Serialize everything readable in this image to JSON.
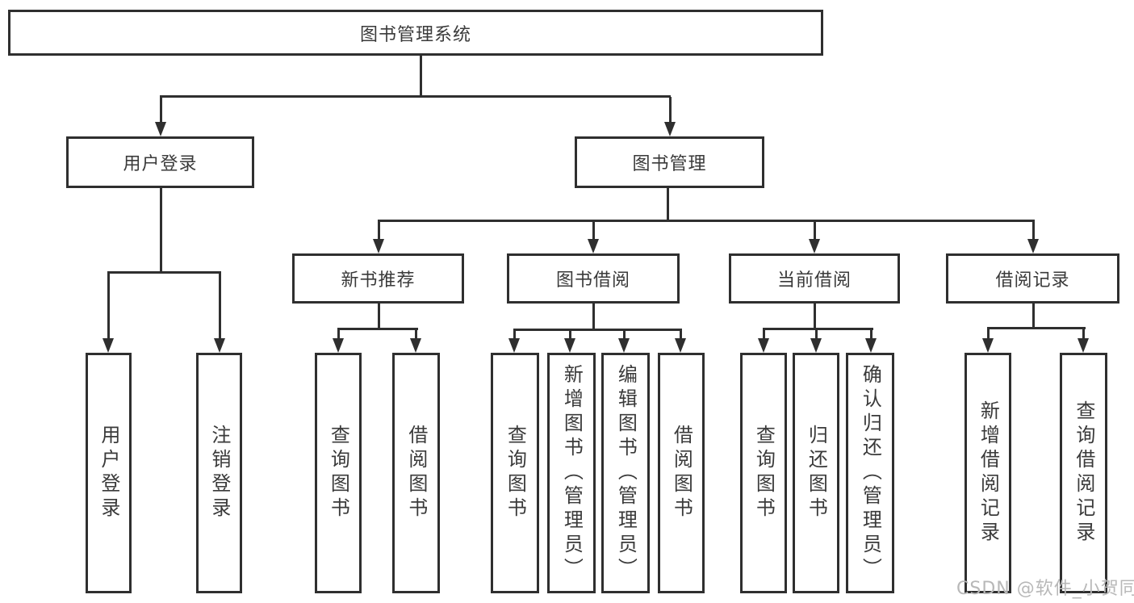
{
  "diagram_title": "图书管理系统",
  "tree": {
    "root": {
      "label": "图书管理系统"
    },
    "branches": [
      {
        "label": "用户登录",
        "children": [
          {
            "label": "用户登录"
          },
          {
            "label": "注销登录"
          }
        ]
      },
      {
        "label": "图书管理",
        "groups": [
          {
            "label": "新书推荐",
            "children": [
              {
                "label": "查询图书"
              },
              {
                "label": "借阅图书"
              }
            ]
          },
          {
            "label": "图书借阅",
            "children": [
              {
                "label": "查询图书"
              },
              {
                "label": "新增图书（管理员）"
              },
              {
                "label": "编辑图书（管理员）"
              },
              {
                "label": "借阅图书"
              }
            ]
          },
          {
            "label": "当前借阅",
            "children": [
              {
                "label": "查询图书"
              },
              {
                "label": "归还图书"
              },
              {
                "label": "确认归还（管理员）"
              }
            ]
          },
          {
            "label": "借阅记录",
            "children": [
              {
                "label": "新增借阅记录"
              },
              {
                "label": "查询借阅记录"
              }
            ]
          }
        ]
      }
    ]
  },
  "watermark": {
    "text": "CSDN @软件_小贺同学"
  },
  "colors": {
    "line": "#2f2f2f",
    "text": "#3a3a3a",
    "background": "#ffffff",
    "watermark": "#b8b8b8"
  }
}
